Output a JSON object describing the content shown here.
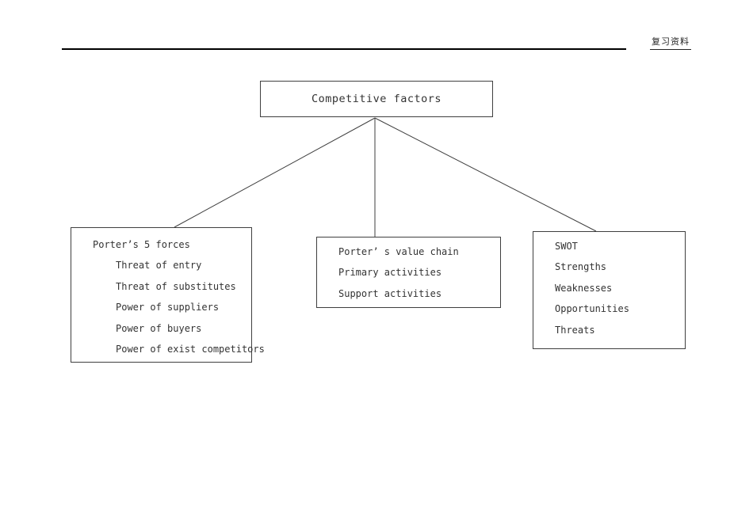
{
  "page_header": {
    "label": "复习资料"
  },
  "diagram": {
    "root_label": "Competitive factors",
    "branches": [
      {
        "title": "Porter’s 5 forces",
        "items": [
          "Threat of entry",
          "Threat of substitutes",
          "Power of suppliers",
          "Power of buyers",
          "Power of exist competitors"
        ]
      },
      {
        "title": "Porter’ s value chain",
        "items": [
          "Primary activities",
          "Support activities"
        ]
      },
      {
        "title": "SWOT",
        "items": [
          "Strengths",
          "Weaknesses",
          "Opportunities",
          "Threats"
        ]
      }
    ]
  },
  "colors": {
    "page_background": "#ffffff",
    "box_border": "#3f3f3f",
    "connector_line": "#3f3f3f",
    "text": "#333333",
    "header_rule": "#000000"
  }
}
